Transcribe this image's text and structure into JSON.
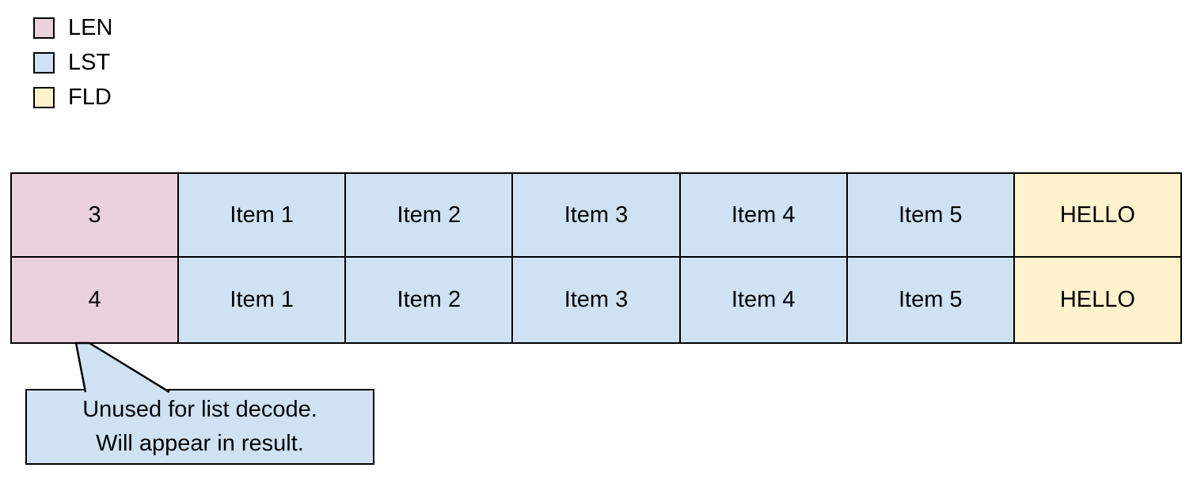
{
  "colors": {
    "len": "#ead1dc",
    "lst": "#cfe2f3",
    "fld": "#fff2cc",
    "border": "#000000",
    "callout_bg": "#cfe2f3"
  },
  "legend": {
    "items": [
      {
        "id": "len",
        "label": "LEN"
      },
      {
        "id": "lst",
        "label": "LST"
      },
      {
        "id": "fld",
        "label": "FLD"
      }
    ]
  },
  "table": {
    "rows": [
      {
        "cells": [
          {
            "text": "3",
            "type": "len"
          },
          {
            "text": "Item 1",
            "type": "lst"
          },
          {
            "text": "Item 2",
            "type": "lst"
          },
          {
            "text": "Item 3",
            "type": "lst"
          },
          {
            "text": "Item 4",
            "type": "lst"
          },
          {
            "text": "Item 5",
            "type": "lst"
          },
          {
            "text": "HELLO",
            "type": "fld"
          }
        ]
      },
      {
        "cells": [
          {
            "text": "4",
            "type": "len"
          },
          {
            "text": "Item 1",
            "type": "lst"
          },
          {
            "text": "Item 2",
            "type": "lst"
          },
          {
            "text": "Item 3",
            "type": "lst"
          },
          {
            "text": "Item 4",
            "type": "lst"
          },
          {
            "text": "Item 5",
            "type": "lst"
          },
          {
            "text": "HELLO",
            "type": "fld"
          }
        ]
      }
    ]
  },
  "callout": {
    "line1": "Unused for list decode.",
    "line2": "Will appear in result."
  }
}
